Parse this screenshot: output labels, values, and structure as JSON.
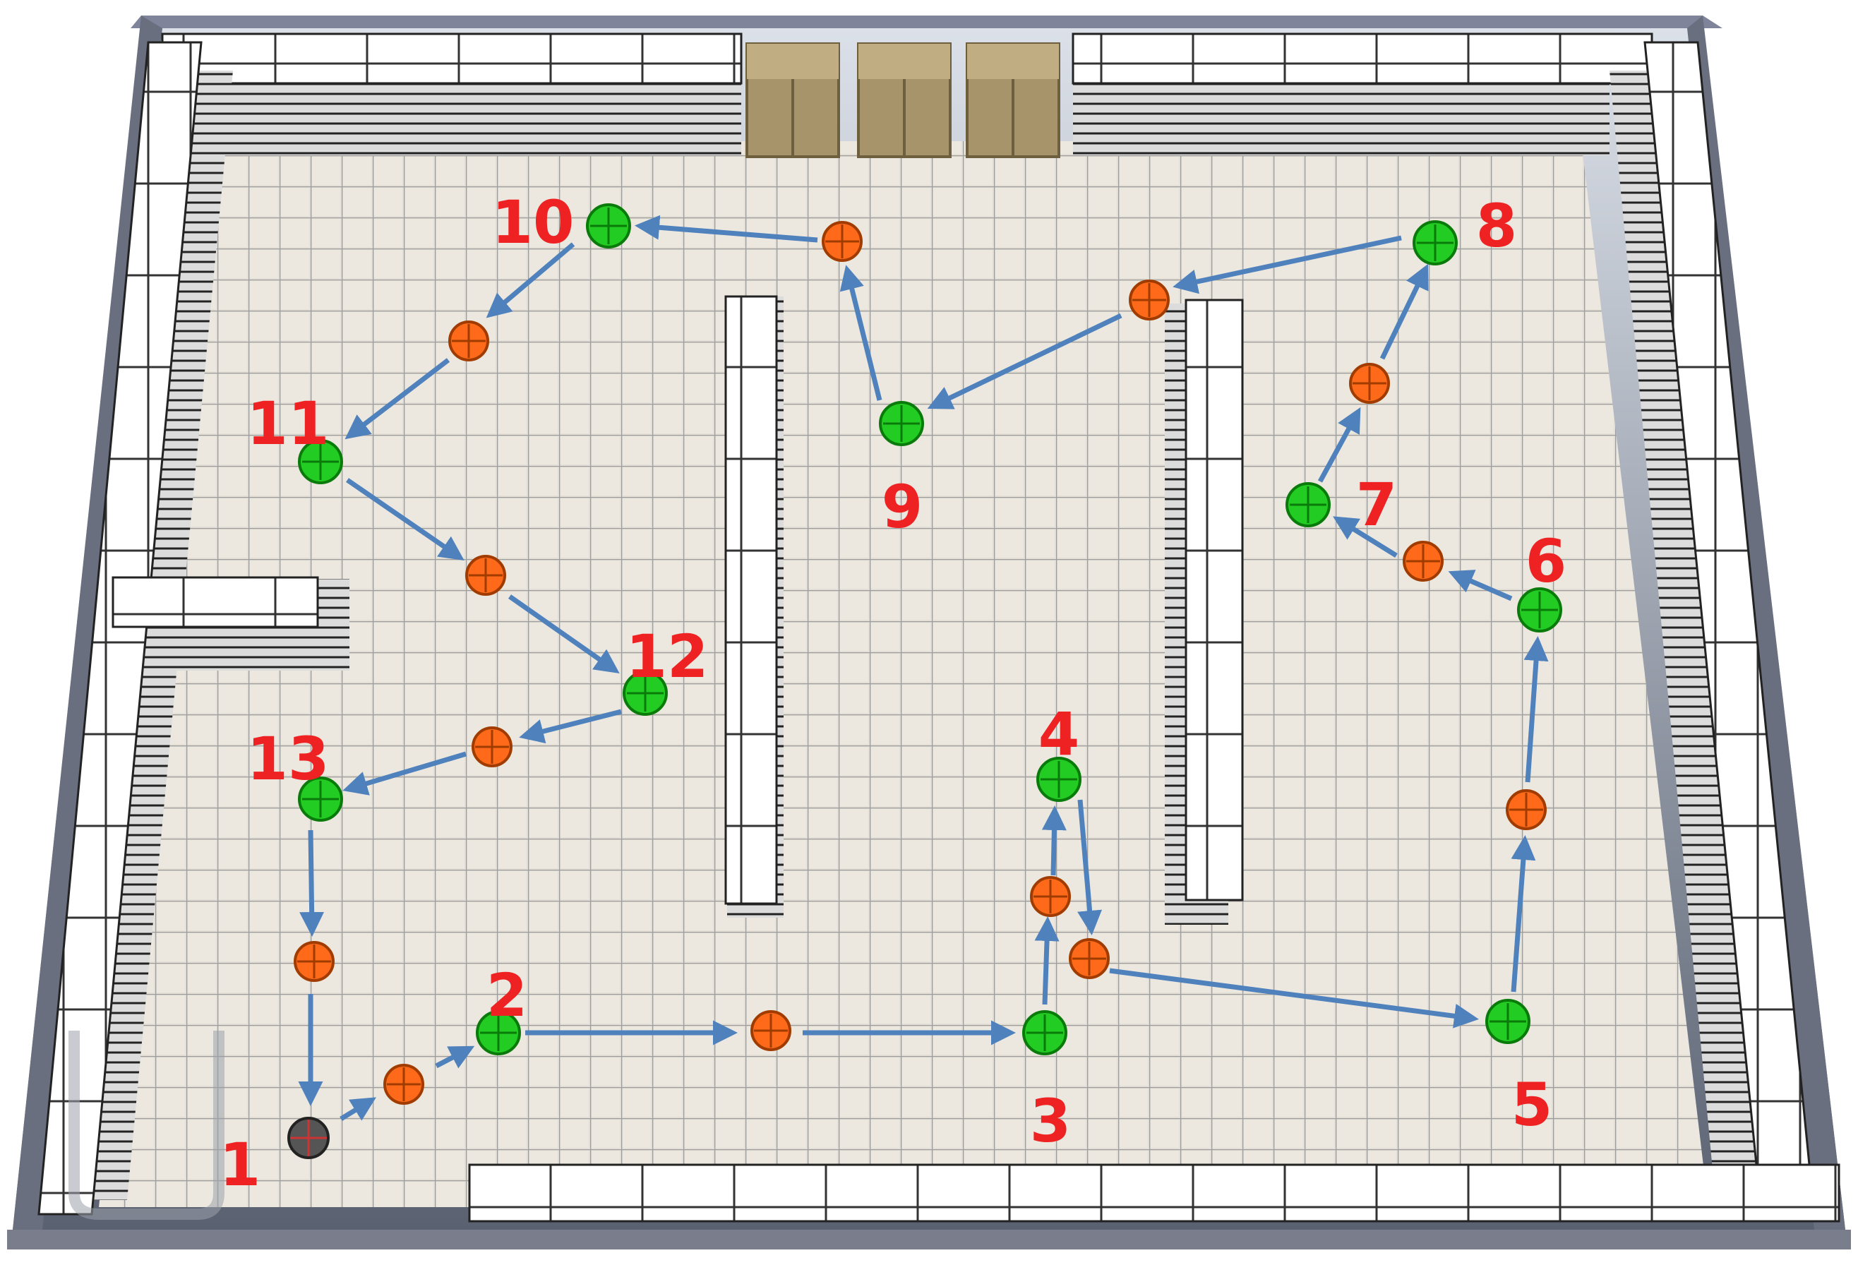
{
  "colors": {
    "waypoint_fill": "#22cc22",
    "waypoint_stroke": "#0a7a0a",
    "via_fill": "#ff6a1a",
    "via_stroke": "#a03c00",
    "start_fill": "#555555",
    "arrow": "#4f81bd",
    "label": "#ee2222",
    "floor": "#e2ddd2",
    "floor_grid": "#9b9b9b",
    "frame_outer": "#7c7e8e",
    "frame_top": "#8c90a6",
    "shelf": "#ffffff",
    "shelf_line": "#222222",
    "box": "#b29d72",
    "sky_top": "#dde2ea",
    "sky_bottom": "#5a6272"
  },
  "icons": {
    "waypoint": "green-circle-crosshair",
    "via_point": "orange-circle-crosshair",
    "robot": "gray-robot-disc",
    "arrow": "blue-arrow"
  },
  "waypoints": [
    {
      "label": "1",
      "kind": "start"
    },
    {
      "label": "2",
      "kind": "goal"
    },
    {
      "label": "3",
      "kind": "goal"
    },
    {
      "label": "4",
      "kind": "goal"
    },
    {
      "label": "5",
      "kind": "goal"
    },
    {
      "label": "6",
      "kind": "goal"
    },
    {
      "label": "7",
      "kind": "goal"
    },
    {
      "label": "8",
      "kind": "goal"
    },
    {
      "label": "9",
      "kind": "goal"
    },
    {
      "label": "10",
      "kind": "goal"
    },
    {
      "label": "11",
      "kind": "goal"
    },
    {
      "label": "12",
      "kind": "goal"
    },
    {
      "label": "13",
      "kind": "goal"
    }
  ],
  "route": [
    "1",
    "via",
    "2",
    "via",
    "3",
    "via",
    "4",
    "via",
    "5",
    "via",
    "6",
    "via",
    "7",
    "via",
    "8",
    "via",
    "9",
    "via",
    "10",
    "via",
    "11",
    "via",
    "12",
    "via",
    "13",
    "via",
    "1"
  ]
}
